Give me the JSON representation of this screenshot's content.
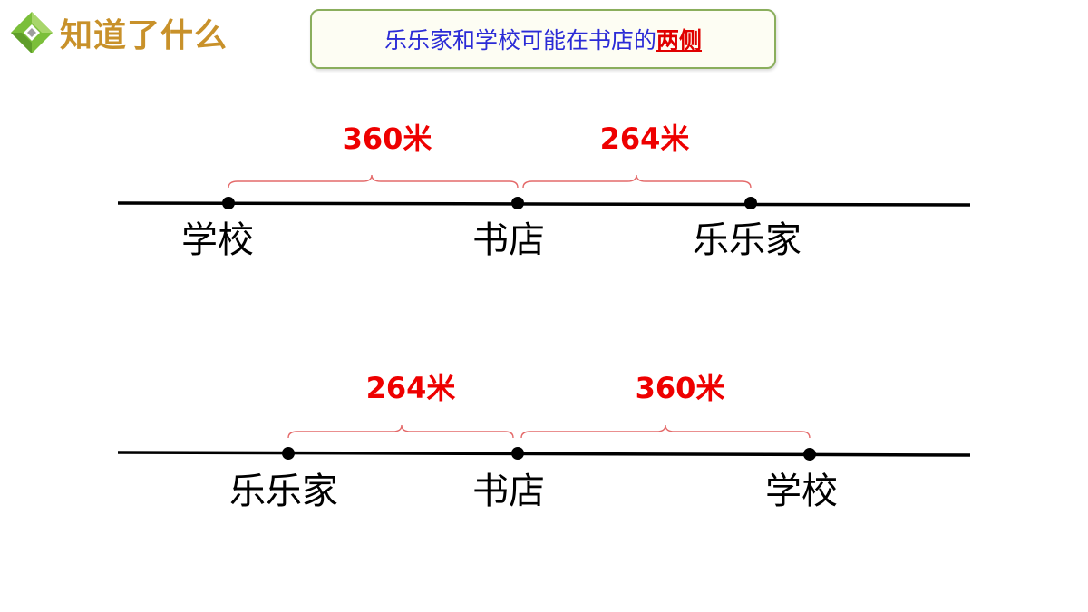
{
  "header": {
    "title": "知道了什么",
    "icon": "diamond-arrow-icon",
    "colors": {
      "icon_green": "#7bbf3a",
      "icon_gray": "#9e9e9e",
      "title": "#c8912a"
    }
  },
  "note": {
    "text": "乐乐家和学校可能在书店的",
    "emphasis": "两侧",
    "colors": {
      "text": "#2b2bd6",
      "emphasis": "#e00000",
      "border": "#8aae5c"
    }
  },
  "diagram1": {
    "distance_left": "360米",
    "distance_right": "264米",
    "places": [
      "学校",
      "书店",
      "乐乐家"
    ]
  },
  "diagram2": {
    "distance_left": "264米",
    "distance_right": "360米",
    "places": [
      "乐乐家",
      "书店",
      "学校"
    ]
  },
  "colors": {
    "distance": "#ee0000",
    "brace": "#e46a6a",
    "line": "#000000"
  }
}
